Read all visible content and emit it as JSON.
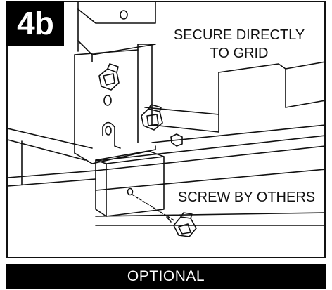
{
  "step_label": "4b",
  "callouts": {
    "secure": {
      "line1": "SECURE DIRECTLY",
      "line2": "TO GRID"
    },
    "screw": "SCREW BY OTHERS"
  },
  "footer": {
    "label": "OPTIONAL"
  },
  "colors": {
    "line": "#111111",
    "badge_bg": "#000000",
    "badge_text": "#ffffff",
    "background": "#ffffff"
  }
}
